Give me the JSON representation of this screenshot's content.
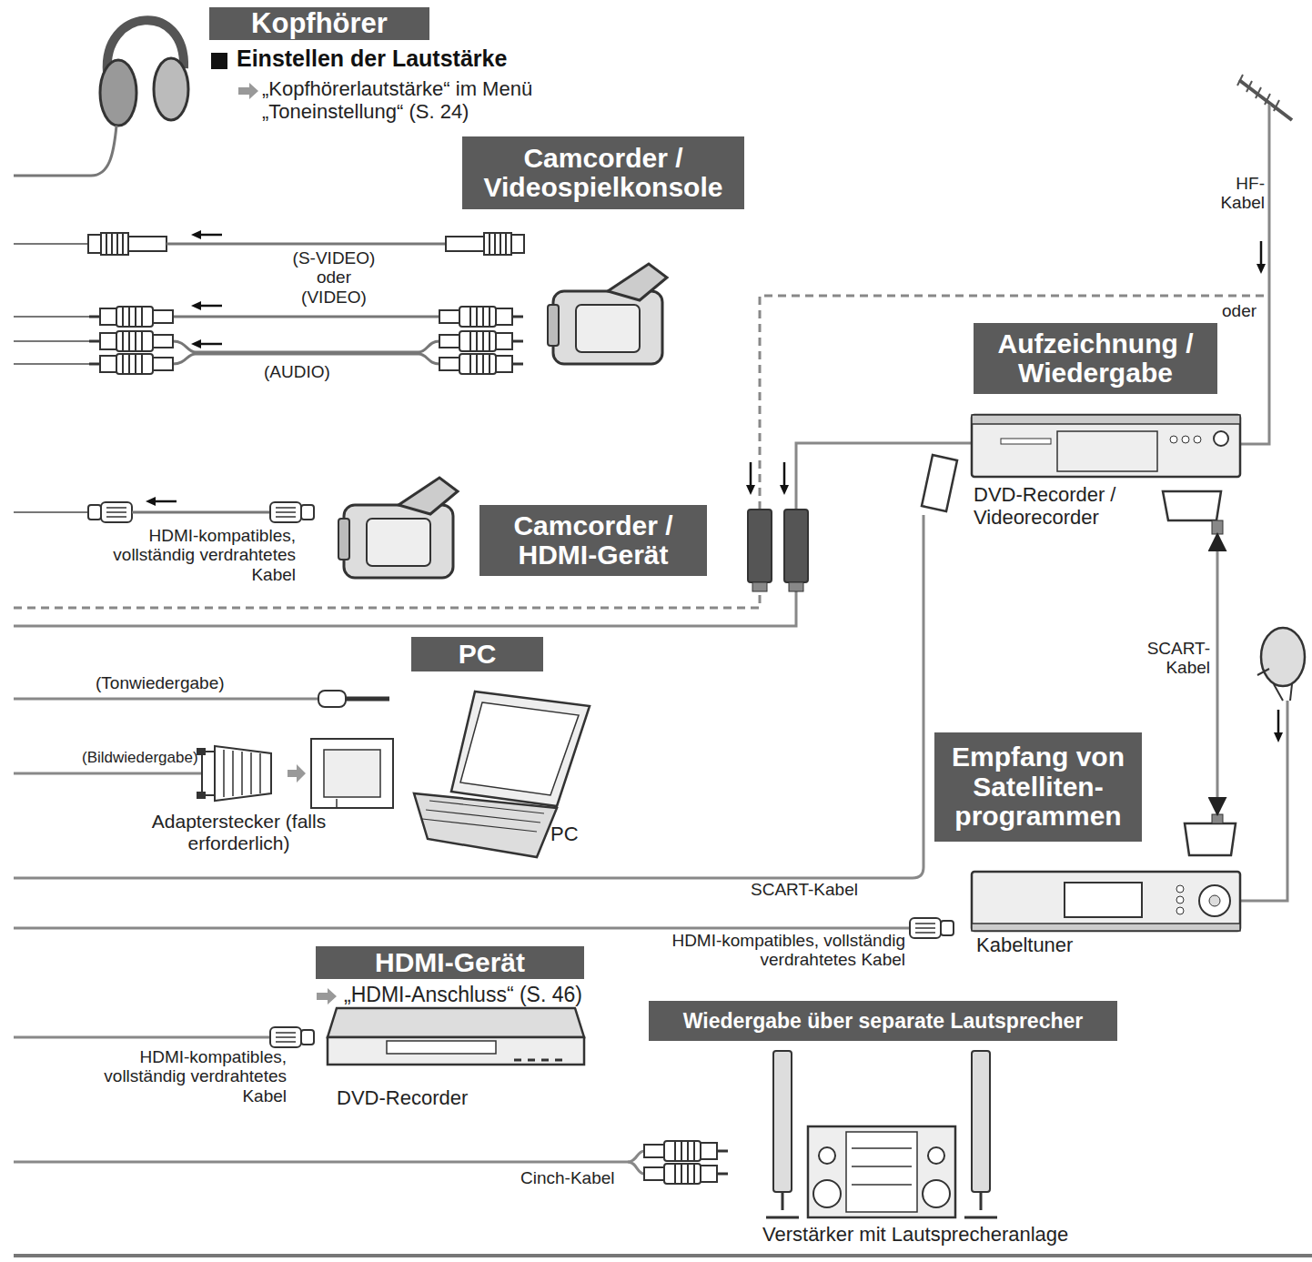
{
  "diagram": {
    "nodes": [
      {
        "text": [
          "Kopfhörer"
        ]
      },
      {
        "text": [
          "Camcorder / Videospielkonsole"
        ]
      },
      {
        "text": [
          "Camcorder / HDMI-Gerät"
        ]
      },
      {
        "text": [
          "PC"
        ]
      },
      {
        "text": [
          "Aufzeichnung / Wiedergabe"
        ]
      },
      {
        "text": [
          "DVD-Recorder / Videorecorder"
        ]
      },
      {
        "text": [
          "Empfang von Satelliten- programmen"
        ]
      },
      {
        "text": [
          "Kabeltuner"
        ]
      },
      {
        "text": [
          "HDMI-Gerät"
        ]
      },
      {
        "text": [
          "Wiedergabe über separate Lautsprecher"
        ]
      }
    ],
    "edges": [
      {
        "from": 5,
        "to": 7,
        "label": "SCART- Kabel",
        "arrow": "both"
      }
    ],
    "labels": [
      "Einstellen der Lautstärke",
      "„Kopfhörerlautstärke“ im Menü „Toneinstellung“ (S. 24)",
      "HF- Kabel",
      "(S-VIDEO) oder (VIDEO)",
      "oder",
      "(AUDIO)",
      "HDMI-kompatibles, vollständig verdrahtetes Kabel",
      "(Tonwiedergabe)",
      "(Bildwiedergabe)",
      "Adapterstecker (falls erforderlich)",
      "PC",
      "SCART-Kabel",
      "HDMI-kompatibles, vollständig verdrahtetes Kabel",
      "„HDMI-Anschluss“ (S. 46)",
      "HDMI-kompatibles, vollständig verdrahtetes Kabel",
      "DVD-Recorder",
      "Cinch-Kabel",
      "Verstärker mit Lautsprecheranlage"
    ]
  }
}
